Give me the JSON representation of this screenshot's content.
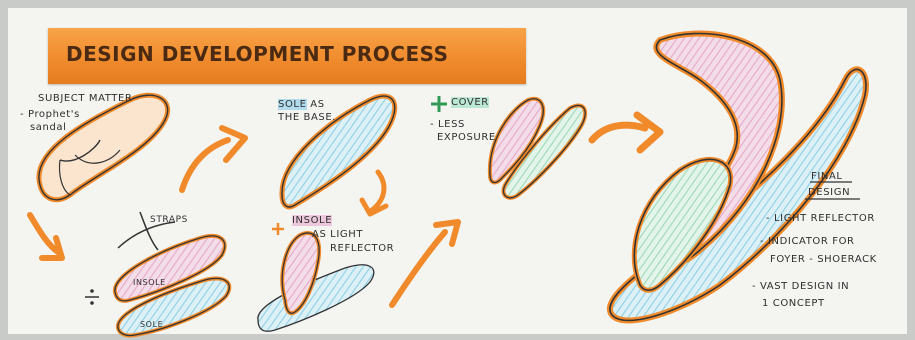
{
  "title": "DESIGN DEVELOPMENT PROCESS",
  "notes": {
    "subject_matter": "SUBJECT MATTER",
    "prophets_1": "- Prophet's",
    "prophets_2": "sandal",
    "sole_hl": "SOLE",
    "sole_as": "AS",
    "the_base": "THE BASE.",
    "cover": "COVER",
    "less": "- LESS",
    "exposure": "EXPOSURE",
    "straps": "STRAPS",
    "insole_hl": "INSOLE",
    "as_light": "AS LIGHT",
    "reflector": "REFLECTOR",
    "insole_small": "INSOLE",
    "sole_small": "SOLE",
    "final": "FINAL",
    "design": "DESIGN",
    "light_reflector": "- LIGHT REFLECTOR",
    "indicator_for": "- INDICATOR FOR",
    "foyer": "FOYER - SHOERACK",
    "vast_design": "- VAST DESIGN IN",
    "one_concept": "1 CONCEPT"
  },
  "colors": {
    "orange": "#f08a2a",
    "banner": "#ef8a2c",
    "ink": "#2f2f2f",
    "pink": "#e7a8c9",
    "blue": "#8fd0e6",
    "green": "#9ed8b8"
  }
}
